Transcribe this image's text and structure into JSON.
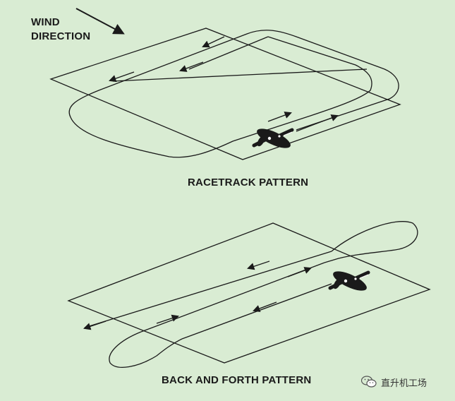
{
  "labels": {
    "wind_line1": "WIND",
    "wind_line2": "DIRECTION",
    "racetrack": "RACETRACK PATTERN",
    "back_forth": "BACK AND FORTH PATTERN"
  },
  "watermark": {
    "text": "直升机工场",
    "icon": "wechat-icon"
  },
  "colors": {
    "background": "#d9ecd3",
    "ink": "#1a1a1a"
  }
}
